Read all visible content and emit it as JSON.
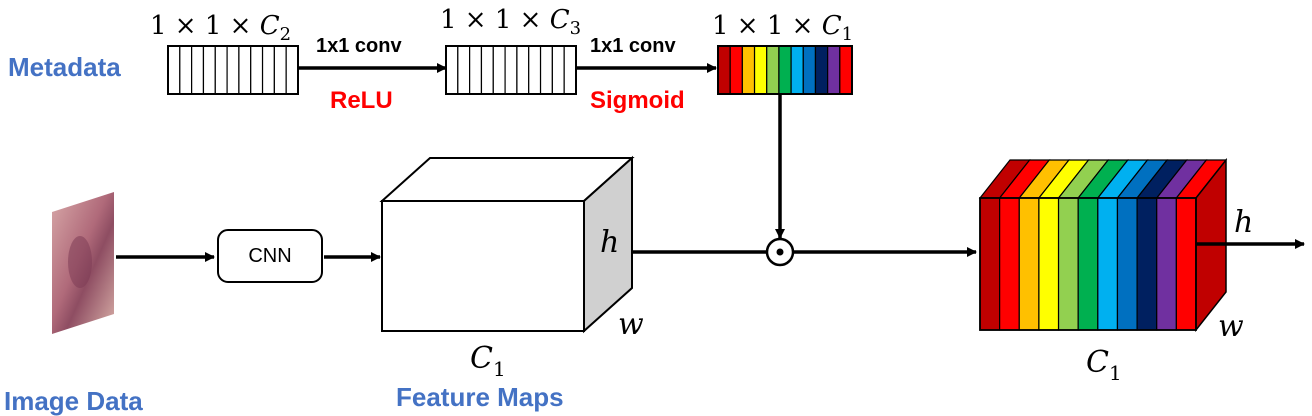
{
  "labels": {
    "metadata": "Metadata",
    "image_data": "Image Data",
    "feature_maps": "Feature Maps",
    "cnn": "CNN",
    "conv1": "1x1 conv",
    "conv2": "1x1 conv",
    "relu": "ReLU",
    "sigmoid": "Sigmoid",
    "dot_symbol": "⊙"
  },
  "dims": {
    "vec1": {
      "prefix": "1 × 1 × ",
      "var": "C",
      "sub": "2"
    },
    "vec2": {
      "prefix": "1 × 1 × ",
      "var": "C",
      "sub": "3"
    },
    "vec3": {
      "prefix": "1 × 1 × ",
      "var": "C",
      "sub": "1"
    },
    "feature_c": {
      "var": "C",
      "sub": "1"
    },
    "feature_h": "h",
    "feature_w": "w",
    "output_c": {
      "var": "C",
      "sub": "1"
    },
    "output_h": "h",
    "output_w": "w"
  },
  "colors": {
    "metadata_label": "#4472c4",
    "activation_label": "#ff0000",
    "cube_side": "#d0d0d0",
    "channel_palette": [
      "#c00000",
      "#ff0000",
      "#ffc000",
      "#ffff00",
      "#92d050",
      "#00b050",
      "#00b0f0",
      "#0070c0",
      "#002060",
      "#7030a0",
      "#ff0000"
    ],
    "output_palette": [
      "#c00000",
      "#ff0000",
      "#ffc000",
      "#ffff00",
      "#92d050",
      "#00b050",
      "#00b0f0",
      "#0070c0",
      "#002060",
      "#7030a0",
      "#ff0000"
    ],
    "output_side": "#c00000"
  },
  "vectors": {
    "vec1_cells": 11,
    "vec2_cells": 11,
    "vec3_cells": 11
  },
  "icons": {
    "image_thumbnail": "skin-lesion-image-icon",
    "multiply": "elementwise-product-icon"
  }
}
